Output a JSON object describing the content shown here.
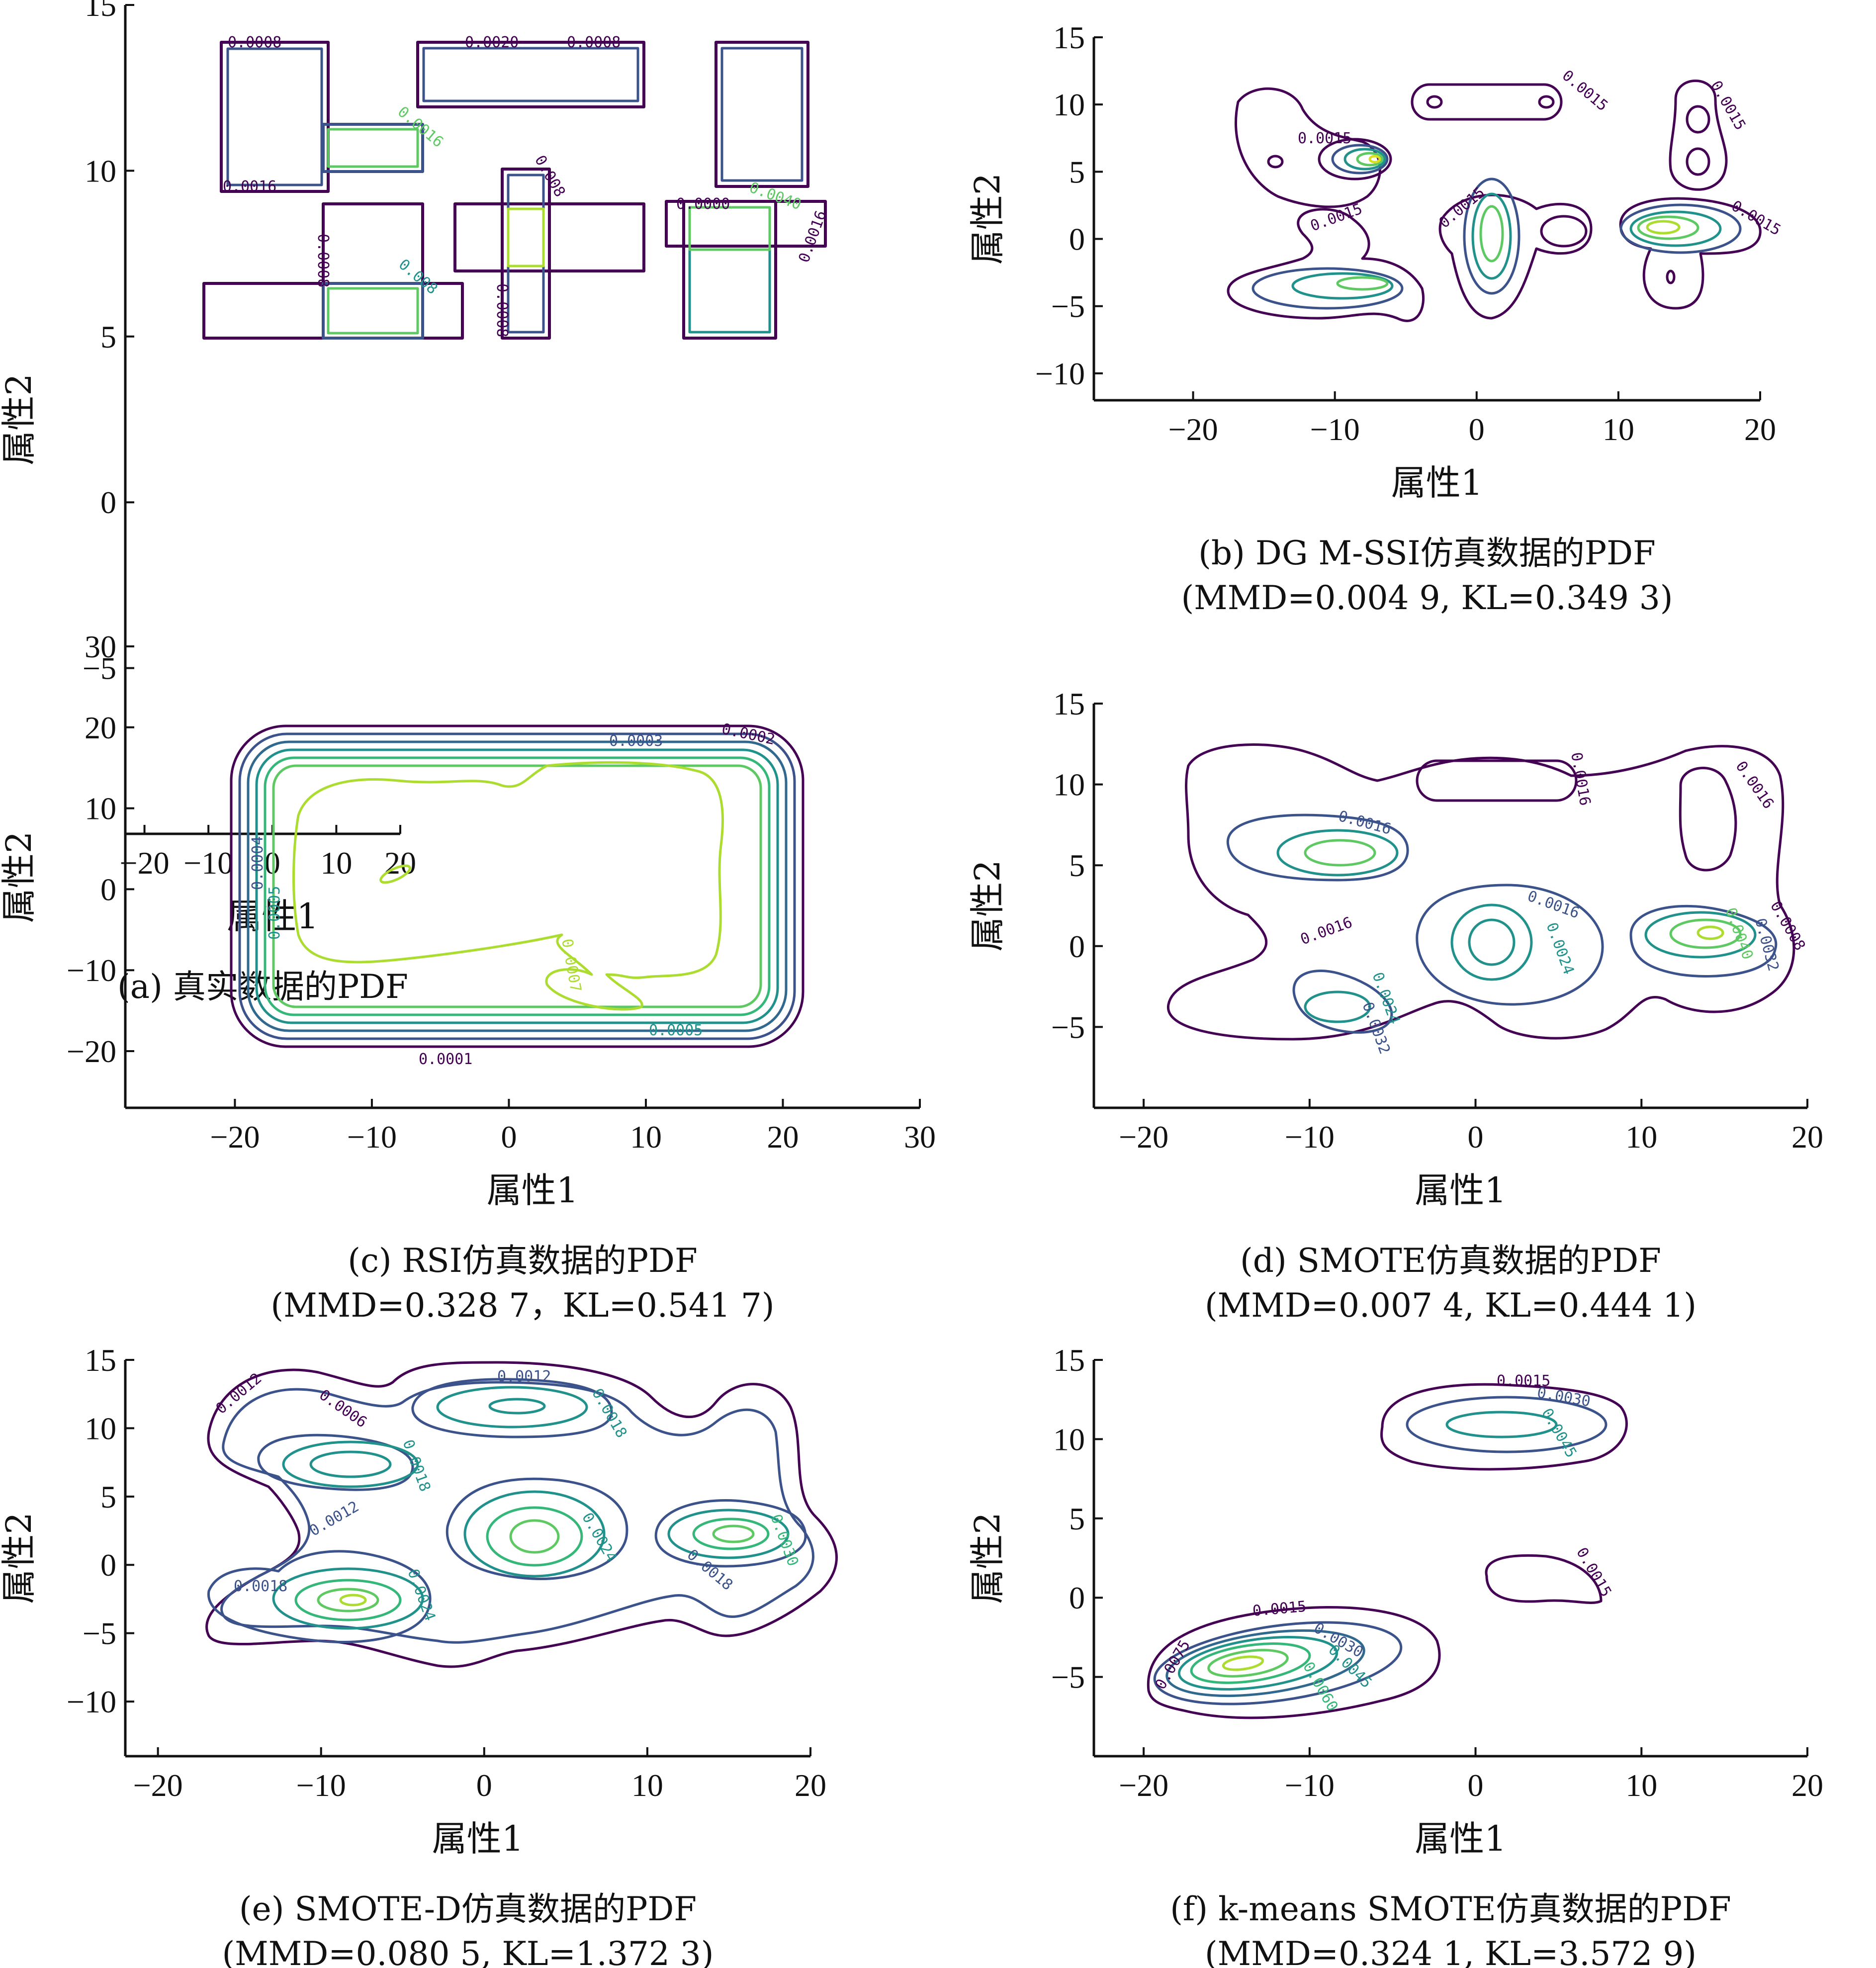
{
  "chart_data": [
    {
      "id": "a",
      "type": "contour",
      "caption": "(a) 真实数据的PDF",
      "caption2": "",
      "xlabel": "属性1",
      "ylabel": "属性2",
      "xticks": [
        -20,
        -10,
        0,
        10,
        20
      ],
      "yticks": [
        -5,
        0,
        5,
        10,
        15
      ],
      "xlim": [
        -23,
        20
      ],
      "ylim": [
        -10,
        15
      ],
      "contour_labels": [
        "0.0008",
        "0.0020",
        "0.0008",
        "0.0016",
        "0.0016",
        "0.0008",
        "0.008",
        "0.0008",
        "0.008",
        "0.0000",
        "0.0040",
        "0.0016"
      ]
    },
    {
      "id": "b",
      "type": "contour",
      "caption": "(b) DG M-SSI仿真数据的PDF",
      "caption2": "(MMD=0.004 9, KL=0.349 3)",
      "xlabel": "属性1",
      "ylabel": "属性2",
      "xticks": [
        -20,
        -10,
        0,
        10,
        20
      ],
      "yticks": [
        -10,
        -5,
        0,
        5,
        10,
        15
      ],
      "xlim": [
        -27,
        20
      ],
      "ylim": [
        -12,
        15
      ],
      "contour_labels": [
        "0.0015",
        "0.0015",
        "0.0015",
        "0.0015",
        "0.0015",
        "0.0015"
      ]
    },
    {
      "id": "c",
      "type": "contour",
      "caption": "(c) RSI仿真数据的PDF",
      "caption2": "(MMD=0.328 7，KL=0.541 7)",
      "xlabel": "属性1",
      "ylabel": "属性2",
      "xticks": [
        -20,
        -10,
        0,
        10,
        20,
        30
      ],
      "yticks": [
        -20,
        -10,
        0,
        10,
        20,
        30
      ],
      "xlim": [
        -28,
        30
      ],
      "ylim": [
        -27,
        30
      ],
      "contour_labels": [
        "0.0003",
        "0.0002",
        "0.0004",
        "0.0005",
        "0.0007",
        "0.0005",
        "0.0001"
      ]
    },
    {
      "id": "d",
      "type": "contour",
      "caption": "(d) SMOTE仿真数据的PDF",
      "caption2": "(MMD=0.007 4, KL=0.444 1)",
      "xlabel": "属性1",
      "ylabel": "属性2",
      "xticks": [
        -20,
        -10,
        0,
        10,
        20
      ],
      "yticks": [
        -5,
        0,
        5,
        10,
        15
      ],
      "xlim": [
        -23,
        20
      ],
      "ylim": [
        -10,
        15
      ],
      "contour_labels": [
        "0.0016",
        "0.0016",
        "0.0016",
        "0.0016",
        "0.0016",
        "0.0024",
        "0.0024",
        "0.0032",
        "0.0008",
        "0.0032",
        "0.0040"
      ]
    },
    {
      "id": "e",
      "type": "contour",
      "caption": "(e) SMOTE-D仿真数据的PDF",
      "caption2": "(MMD=0.080 5, KL=1.372 3)",
      "xlabel": "属性1",
      "ylabel": "属性2",
      "xticks": [
        -20,
        -10,
        0,
        10,
        20
      ],
      "yticks": [
        -10,
        -5,
        0,
        5,
        10,
        15
      ],
      "xlim": [
        -22,
        20
      ],
      "ylim": [
        -14,
        15
      ],
      "contour_labels": [
        "0.0012",
        "0.0012",
        "0.0006",
        "0.0018",
        "0.0012",
        "0.0018",
        "0.0024",
        "0.0018",
        "0.0018",
        "0.0024",
        "0.0030"
      ]
    },
    {
      "id": "f",
      "type": "contour",
      "caption": "(f) k-means SMOTE仿真数据的PDF",
      "caption2": "(MMD=0.324 1, KL=3.572 9)",
      "xlabel": "属性1",
      "ylabel": "属性2",
      "xticks": [
        -20,
        -10,
        0,
        10,
        20
      ],
      "yticks": [
        -5,
        0,
        5,
        10,
        15
      ],
      "xlim": [
        -23,
        20
      ],
      "ylim": [
        -10,
        15
      ],
      "contour_labels": [
        "0.0015",
        "0.0030",
        "0.0045",
        "0.0015",
        "0.0015",
        "0.0030",
        "0.0045",
        "0.0060",
        "0.0075"
      ]
    }
  ],
  "colors": {
    "axis": "#111111",
    "viridis": [
      "#440154",
      "#3b528b",
      "#21918c",
      "#5ec962",
      "#addc30",
      "#d9e021"
    ]
  }
}
